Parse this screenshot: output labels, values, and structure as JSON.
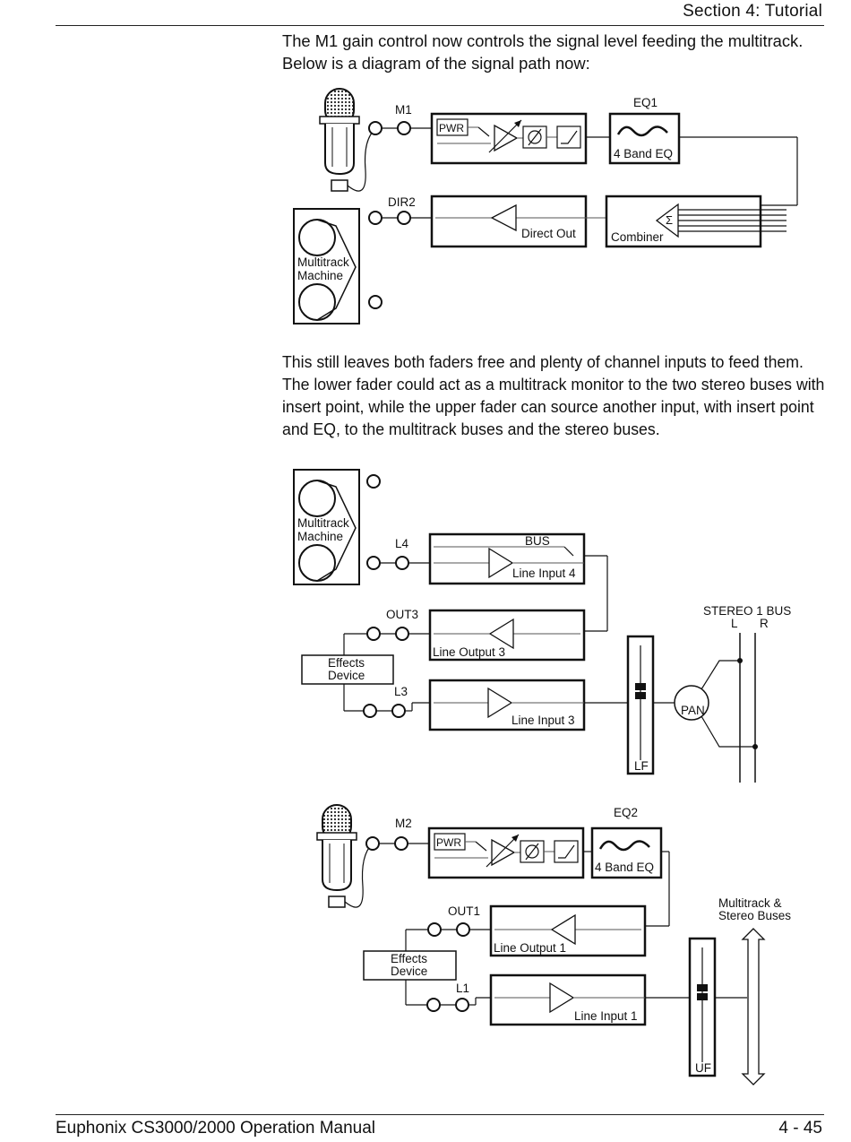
{
  "header": {
    "section": "Section 4: Tutorial"
  },
  "intro": {
    "lines": [
      "The M1 gain control now controls the signal level feeding the multitrack.",
      "Below is a diagram of the signal path now:"
    ]
  },
  "diagram1": {
    "m1": "M1",
    "dir2": "DIR2",
    "eq1": "EQ1",
    "pwr": "PWR",
    "band_eq": "4 Band EQ",
    "direct_out": "Direct Out",
    "combiner": "Combiner",
    "sigma": "Σ",
    "machine_line1": "Multitrack",
    "machine_line2": "Machine"
  },
  "middle": {
    "lines": [
      "This still leaves both faders free and plenty of channel inputs to feed them.",
      "The lower fader could act as a multitrack monitor to the two stereo buses with",
      "insert point, while the upper fader can source another input, with insert point",
      "and EQ, to the multitrack buses and the stereo buses."
    ]
  },
  "diagram2": {
    "machine_line1": "Multitrack",
    "machine_line2": "Machine",
    "l4": "L4",
    "bus": "BUS",
    "line_input_4": "Line Input 4",
    "out3": "OUT3",
    "line_output_3": "Line Output 3",
    "effects_line1": "Effects",
    "effects_line2": "Device",
    "l3": "L3",
    "line_input_3": "Line Input 3",
    "lf": "LF",
    "pan": "PAN",
    "stereo_bus": "STEREO 1 BUS",
    "bus_l": "L",
    "bus_r": "R"
  },
  "diagram3": {
    "m2": "M2",
    "pwr": "PWR",
    "eq2": "EQ2",
    "band_eq": "4 Band EQ",
    "out1": "OUT1",
    "line_output_1": "Line Output 1",
    "effects_line1": "Effects",
    "effects_line2": "Device",
    "l1": "L1",
    "line_input_1": "Line Input 1",
    "uf": "UF",
    "buses_line1": "Multitrack &",
    "buses_line2": "Stereo Buses"
  },
  "footer": {
    "manual": "Euphonix CS3000/2000 Operation Manual",
    "page": "4 - 45"
  }
}
